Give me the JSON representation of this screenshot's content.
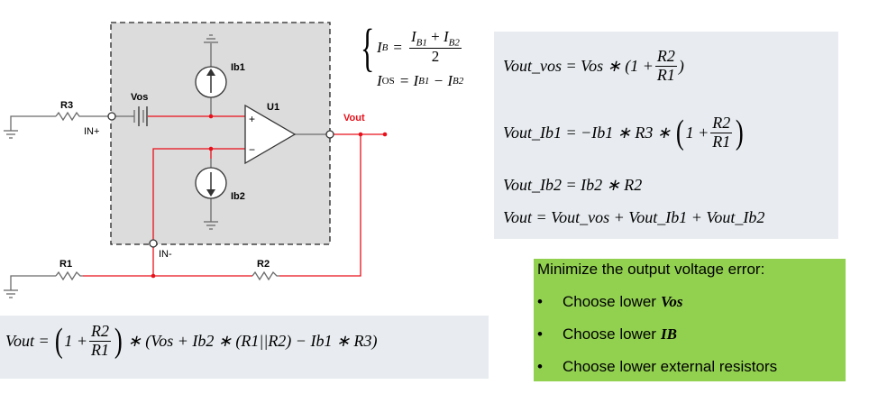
{
  "schematic": {
    "labels": {
      "r3": "R3",
      "vos": "Vos",
      "ib1": "Ib1",
      "u1": "U1",
      "vout": "Vout",
      "in_plus": "IN+",
      "ib2": "Ib2",
      "in_minus": "IN-",
      "r1": "R1",
      "r2": "R2",
      "plus": "+",
      "minus": "−"
    },
    "colors": {
      "wire_red": "#e8101a",
      "wire_gray": "#6b6b6b",
      "box_fill": "#dcdcdc"
    }
  },
  "ib_def": {
    "ib_lhs": "I",
    "ib_sub": "B",
    "ib_num": "I_{B1} + I_{B2}",
    "ib_num_text": "I",
    "ib_den": "2",
    "ios_lhs": "I",
    "ios_sub": "OS",
    "ios_rhs": "= I",
    "ios_rhs_sub1": "B1",
    "ios_rhs_mid": " − I",
    "ios_rhs_sub2": "B2",
    "eq": "="
  },
  "equations": {
    "vout_vos": {
      "lhs": "Vout_vos = Vos ∗ (1 +",
      "num": "R2",
      "den": "R1",
      "rhs": ")"
    },
    "vout_ib1": {
      "lhs": "Vout_Ib1 = −Ib1 ∗ R3 ∗",
      "open": "(",
      "one_plus": "1 +",
      "num": "R2",
      "den": "R1",
      "close": ")"
    },
    "vout_ib2": {
      "text": "Vout_Ib2 = Ib2 ∗ R2"
    },
    "vout_sum": {
      "text": "Vout = Vout_vos + Vout_Ib1 + Vout_Ib2"
    }
  },
  "bottom_eq": {
    "lhs": "Vout =",
    "open": "(",
    "one_plus": "1 +",
    "num": "R2",
    "den": "R1",
    "close": ")",
    "rhs": "∗ (Vos + Ib2 ∗ (R1||R2) − Ib1 ∗ R3)"
  },
  "advice": {
    "title": "Minimize the output voltage error:",
    "bullet": "•",
    "items": [
      {
        "prefix": "Choose lower",
        "em": "Vos"
      },
      {
        "prefix": "Choose lower",
        "em": "IB"
      },
      {
        "prefix": "Choose lower external resistors",
        "em": ""
      }
    ],
    "color": "#92d050"
  }
}
